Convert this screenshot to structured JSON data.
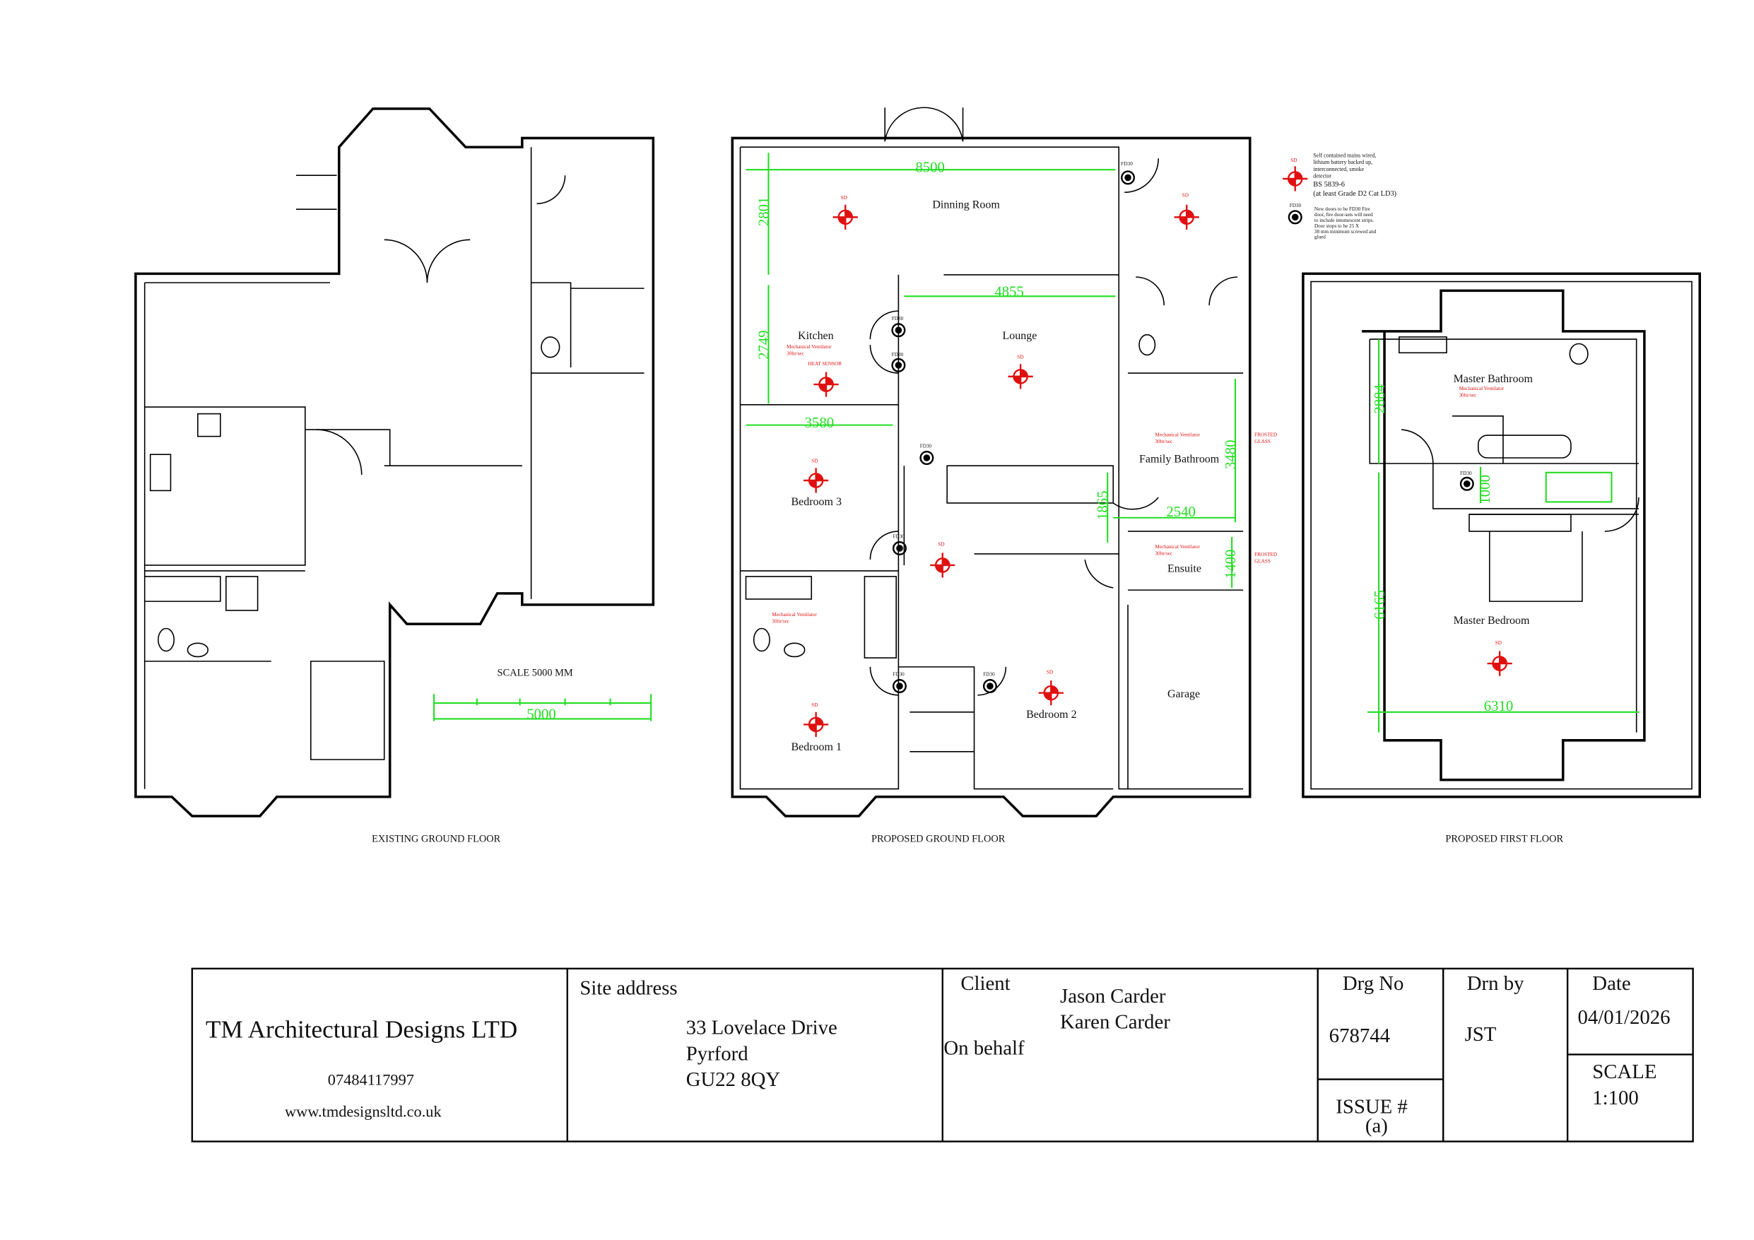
{
  "colors": {
    "walls": "#000000",
    "dimensions": "#22dd22",
    "annotations": "#e01010"
  },
  "drawings": {
    "existing_title": "EXISTING GROUND FLOOR",
    "proposed_ground_title": "PROPOSED GROUND FLOOR",
    "proposed_first_title": "PROPOSED FIRST FLOOR",
    "scale_label": "SCALE 5000 MM",
    "scale_bar_value": "5000"
  },
  "rooms": {
    "dinning_room": "Dinning Room",
    "kitchen": "Kitchen",
    "lounge": "Lounge",
    "bedroom3": "Bedroom 3",
    "family_bathroom": "Family Bathroom",
    "ensuite": "Ensuite",
    "bedroom1": "Bedroom 1",
    "bedroom2": "Bedroom 2",
    "garage": "Garage",
    "master_bathroom": "Master Bathroom",
    "master_bedroom": "Master Bedroom"
  },
  "annotations": {
    "sd": "SD",
    "fd30": "FD30",
    "heat_sensor": "HEAT SENSOR",
    "ventilator": "Mechanical Ventilator",
    "ventilator_rate": "30ltr/sec",
    "frosted": "FROSTED",
    "glass": "GLASS"
  },
  "dimensions": {
    "d8500": "8500",
    "d2801": "2801",
    "d4855": "4855",
    "d2749": "2749",
    "d3580": "3580",
    "d3480": "3480",
    "d1865": "1865",
    "d2540": "2540",
    "d1400": "1400",
    "d2884": "2884",
    "d1000": "1000",
    "d6165": "6165",
    "d6310": "6310"
  },
  "legend": {
    "smoke_lines": [
      "Self contained mains wired,",
      "lithium battery backed up,",
      "interconnected, smoke",
      "detector"
    ],
    "standard": "BS 5839-6",
    "grade": "(at least Grade D2 Cat LD3)",
    "door_lines": [
      "New doors to be FD30 Fire",
      "door, fire door-sets will need",
      "to include intumescent strips.",
      "Door stops to be 25 X",
      "38 mm minimum screwed and",
      "glued"
    ]
  },
  "title_block": {
    "company": "TM Architectural Designs LTD",
    "phone": "07484117997",
    "website": "www.tmdesignsltd.co.uk",
    "site_label": "Site address",
    "site_lines": [
      "33 Lovelace Drive",
      "Pyrford",
      "GU22 8QY"
    ],
    "client_label": "Client",
    "on_behalf_label": "On behalf",
    "client_names": [
      "Jason Carder",
      "Karen Carder"
    ],
    "drg_no_label": "Drg No",
    "drg_no": "678744",
    "issue_label": "ISSUE #",
    "issue": "(a)",
    "drn_by_label": "Drn by",
    "drn_by": "JST",
    "date_label": "Date",
    "date": "04/01/2026",
    "scale_label": "SCALE",
    "scale": "1:100"
  }
}
